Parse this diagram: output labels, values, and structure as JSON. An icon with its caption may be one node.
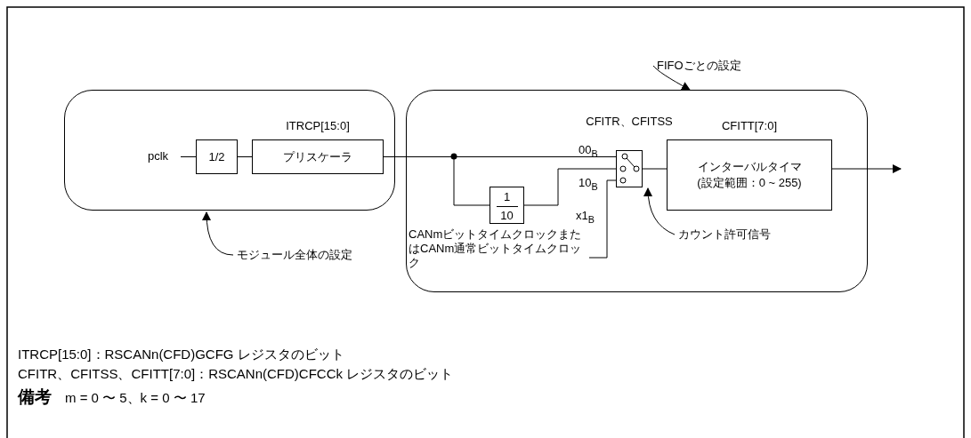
{
  "diagram": {
    "nodes": [
      {
        "text": [],
        "shape": "box"
      },
      {
        "text": [
          "pclk"
        ],
        "in": 0
      },
      {
        "text": [
          "1/2"
        ],
        "in": 0
      },
      {
        "text": [
          "ITRCP[15:0]",
          "プリスケーラ"
        ],
        "in": 0
      },
      {
        "text": [],
        "shape": "box"
      },
      {
        "text": [
          "1",
          "10"
        ],
        "in": 4
      },
      {
        "text": [
          "CFITR、CFITSS"
        ],
        "in": 4
      },
      {
        "text": [
          "CFITT[7:0]",
          "インターバルタイマ (設定範囲：0 ~ 255)"
        ],
        "in": 4
      },
      {
        "text": [
          "CANmビットタイムクロックまたはCANm通常ビットタイムクロック"
        ],
        "in": 4
      },
      {
        "text": [
          "モジュール全体の設定"
        ]
      },
      {
        "text": [
          "FIFOごとの設定"
        ]
      },
      {
        "text": [
          "カウント許可信号"
        ],
        "in": 4
      }
    ],
    "edges": [
      {
        "from": 1,
        "to": 2,
        "arrow": "none"
      },
      {
        "from": 2,
        "to": 3,
        "arrow": "none"
      },
      {
        "from": 3,
        "to": 6,
        "arrow": "none"
      },
      {
        "from": 3,
        "to": 5,
        "arrow": "none"
      },
      {
        "from": 5,
        "to": 6,
        "arrow": "none"
      },
      {
        "from": 8,
        "to": 6,
        "arrow": "none"
      },
      {
        "from": 6,
        "to": 7,
        "arrow": "none"
      },
      {
        "from": 7,
        "to": null,
        "arrow": "to"
      },
      {
        "from": 9,
        "to": 0,
        "arrow": "to"
      },
      {
        "from": 10,
        "to": 4,
        "arrow": "to"
      },
      {
        "from": 11,
        "to": 6,
        "arrow": "to"
      }
    ],
    "labels": [
      "00$_{B}$",
      "10$_{B}$",
      "x1$_{B}$",
      "ITRCP[15:0]：RSCANn(CFD)GCFG レジスタのビット",
      "CFITR、CFITSS、CFITT[7:0]：RSCANn(CFD)CFCCk レジスタのビット",
      "**備考**　m = 0 〜 5、k = 0 〜 17"
    ]
  }
}
